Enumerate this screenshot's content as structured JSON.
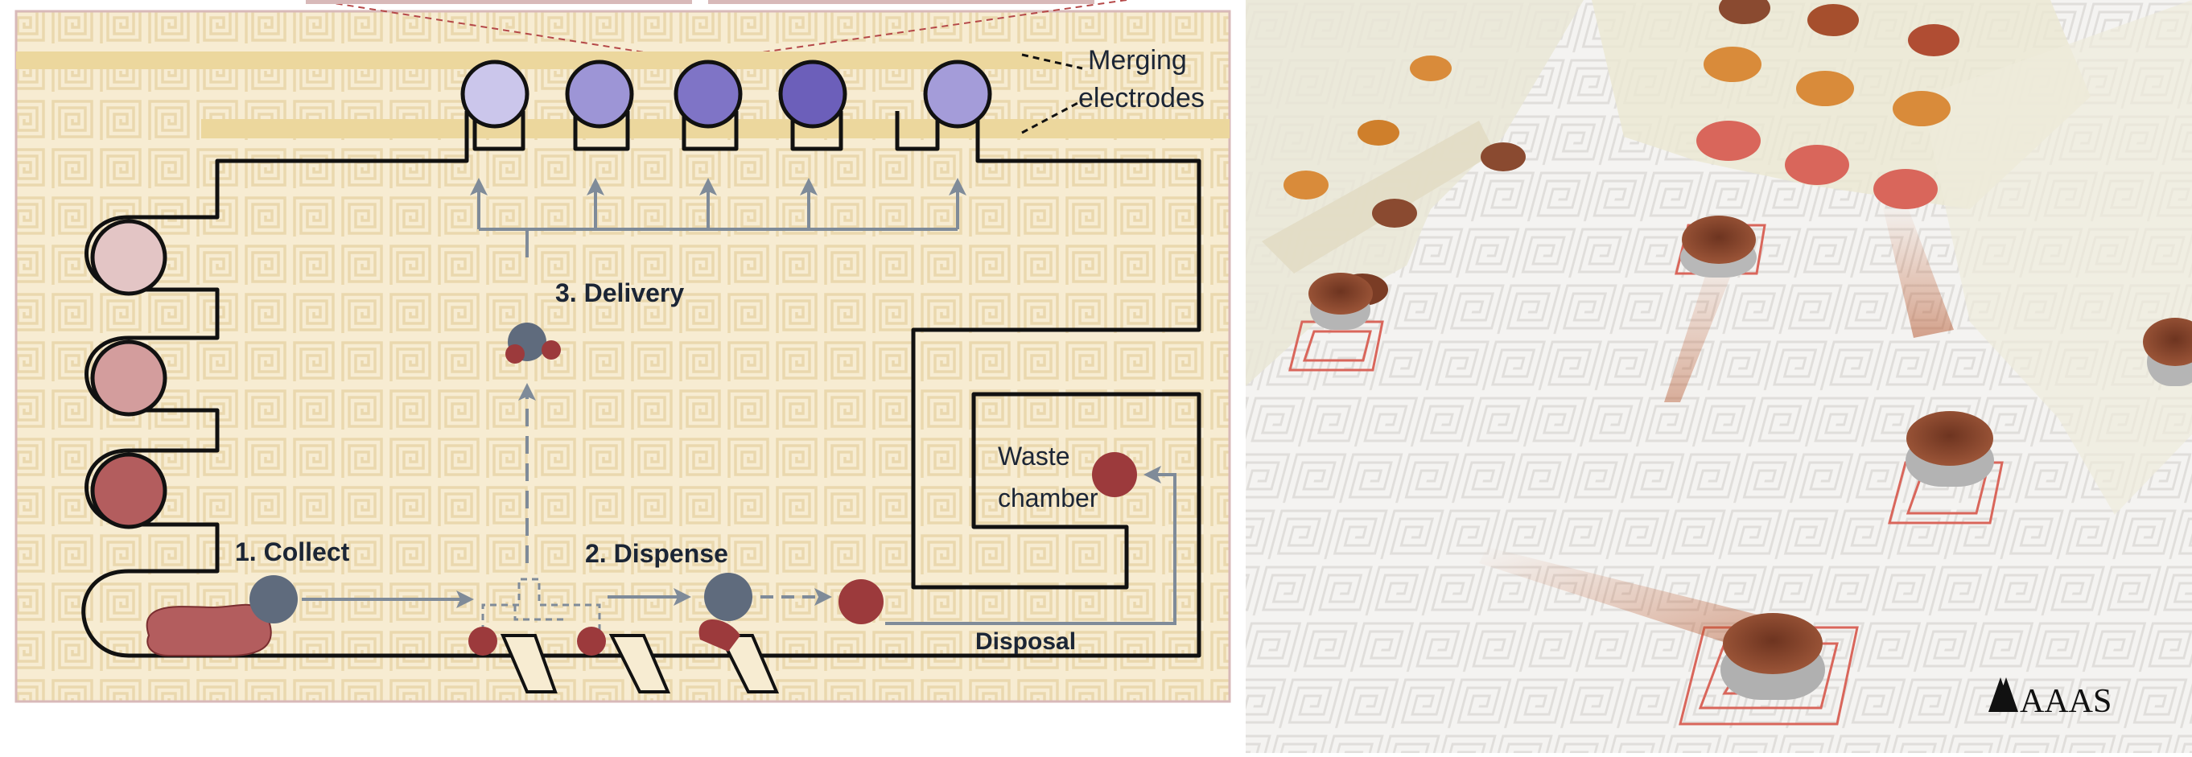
{
  "left_diagram": {
    "merging_label": [
      "Merging",
      "electrodes"
    ],
    "step_collect": "1. Collect",
    "step_dispense": "2. Dispense",
    "step_delivery": "3. Delivery",
    "waste_label": [
      "Waste",
      "chamber"
    ],
    "disposal_label": "Disposal",
    "colors": {
      "background": "#f7ecd2",
      "electrode_band": "#ecd79d",
      "channel_stroke": "#111111",
      "arrow": "#7f8b99",
      "droplet_dark": "#9c3a3c",
      "droplet_light": "#d9b3b3",
      "reservoir_purple": "#8f87cf",
      "droplet_grey": "#5f6b7d"
    }
  },
  "right_photo": {
    "logo_text": "AAAS",
    "colors": {
      "board": "#f4f3f1",
      "electrode_red": "#d9665b",
      "droplet_brown": "#8a4a30",
      "droplet_orange": "#cf7f2b"
    }
  }
}
